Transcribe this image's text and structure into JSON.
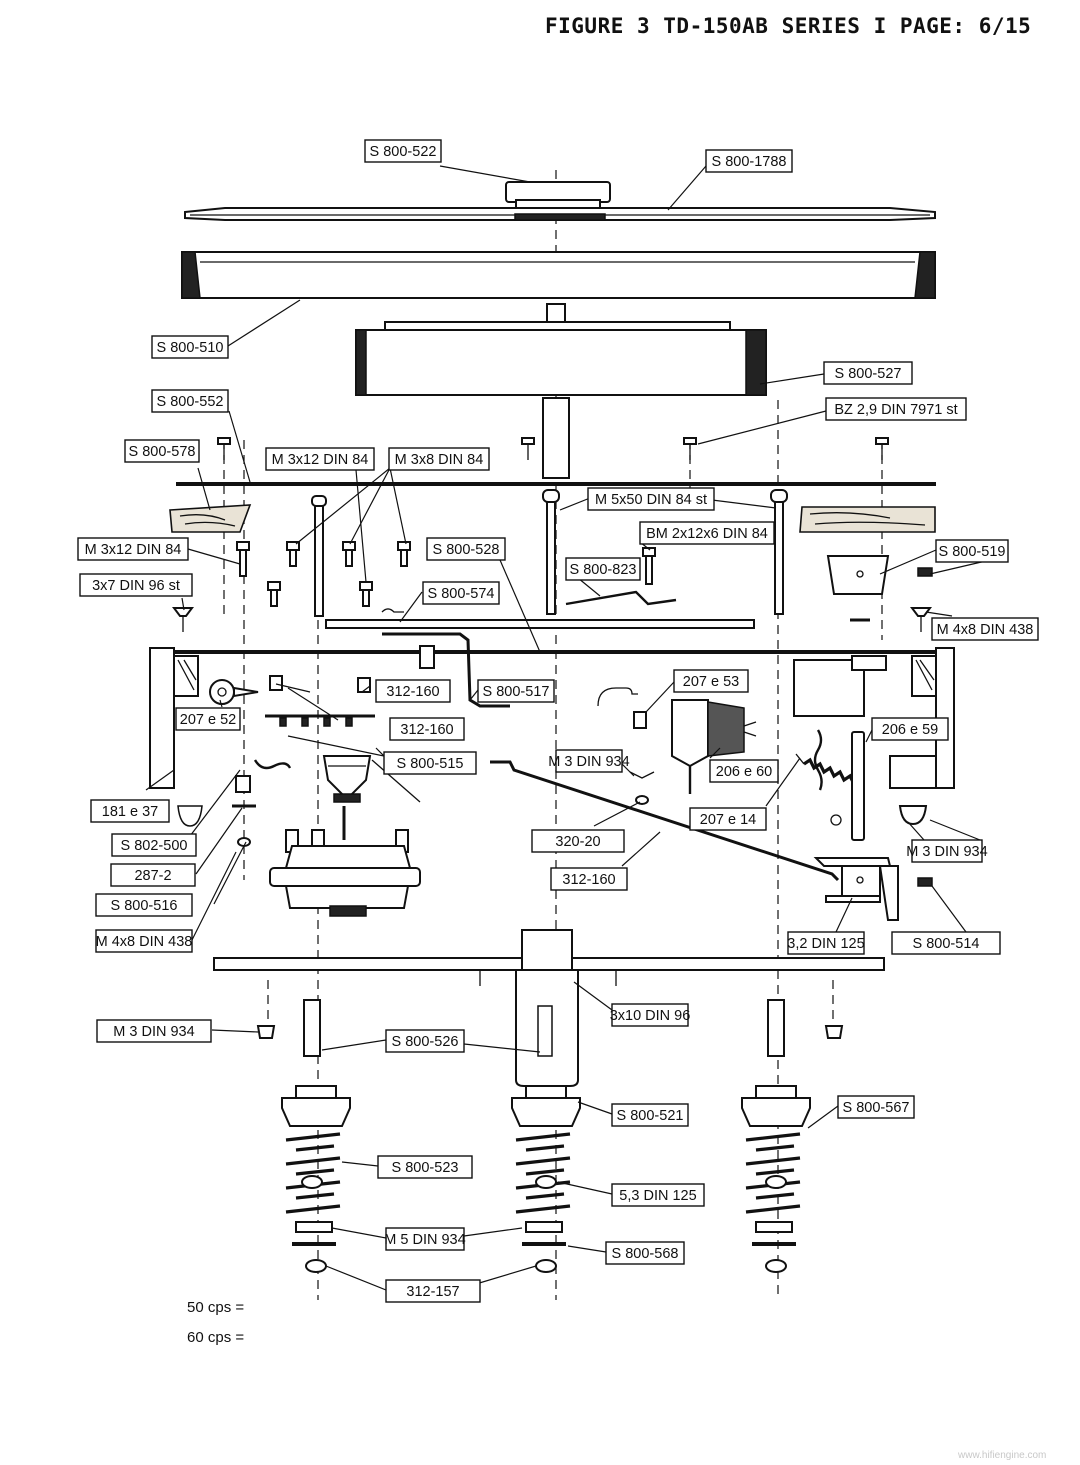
{
  "header": {
    "title": "FIGURE 3 TD-150AB SERIES I  PAGE: 6/15"
  },
  "labels": [
    "S 800-522",
    "S 800-1788",
    "S 800-510",
    "S 800-527",
    "S 800-552",
    "BZ 2,9 DIN 7971 st",
    "S 800-578",
    "M 3x12 DIN 84",
    "M 3x8 DIN 84",
    "M 5x50 DIN 84 st",
    "BM 2x12x6 DIN 84",
    "M 3x12 DIN 84",
    "S 800-528",
    "S 800-519",
    "S 800-823",
    "3x7 DIN 96 st",
    "S 800-574",
    "M 4x8 DIN 438",
    "207 e 53",
    "312-160",
    "S 800-517",
    "207 e 52",
    "312-160",
    "206 e 59",
    "S 800-515",
    "M 3 DIN 934",
    "206 e 60",
    "181 e 37",
    "S 802-500",
    "207 e 14",
    "320-20",
    "M 3 DIN 934",
    "287-2",
    "312-160",
    "S 800-516",
    "3,2 DIN 125",
    "S 800-514",
    "M 4x8 DIN 438",
    "M 3 DIN 934",
    "3x10 DIN 96",
    "S 800-526",
    "S 800-521",
    "S 800-567",
    "S 800-523",
    "5,3 DIN 125",
    "M 5 DIN 934",
    "S 800-568",
    "312-157",
    "M 5 DIN 934"
  ],
  "footer": {
    "cps_50": "50 cps =",
    "cps_60": "60 cps ="
  },
  "watermark": "www.hifiengine.com"
}
